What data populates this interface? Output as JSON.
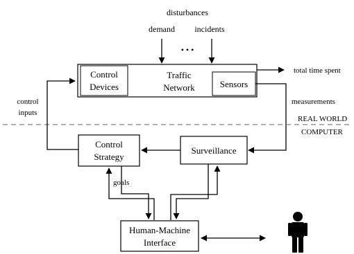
{
  "inputs": {
    "disturbances": "disturbances",
    "demand": "demand",
    "incidents": "incidents",
    "ellipsis": "• • •"
  },
  "blocks": {
    "control_devices": [
      "Control",
      "Devices"
    ],
    "traffic_network": [
      "Traffic",
      "Network"
    ],
    "sensors": "Sensors",
    "control_strategy": [
      "Control",
      "Strategy"
    ],
    "surveillance": "Surveillance",
    "hmi": [
      "Human-Machine",
      "Interface"
    ]
  },
  "signals": {
    "total_time_spent": "total time spent",
    "measurements": "measurements",
    "control_inputs": [
      "control",
      "inputs"
    ],
    "goals": "goals"
  },
  "boundary": {
    "real_world": "REAL WORLD",
    "computer": "COMPUTER"
  },
  "colors": {
    "line": "#000000",
    "dashed": "#808080",
    "box_fill": "#ffffff"
  }
}
